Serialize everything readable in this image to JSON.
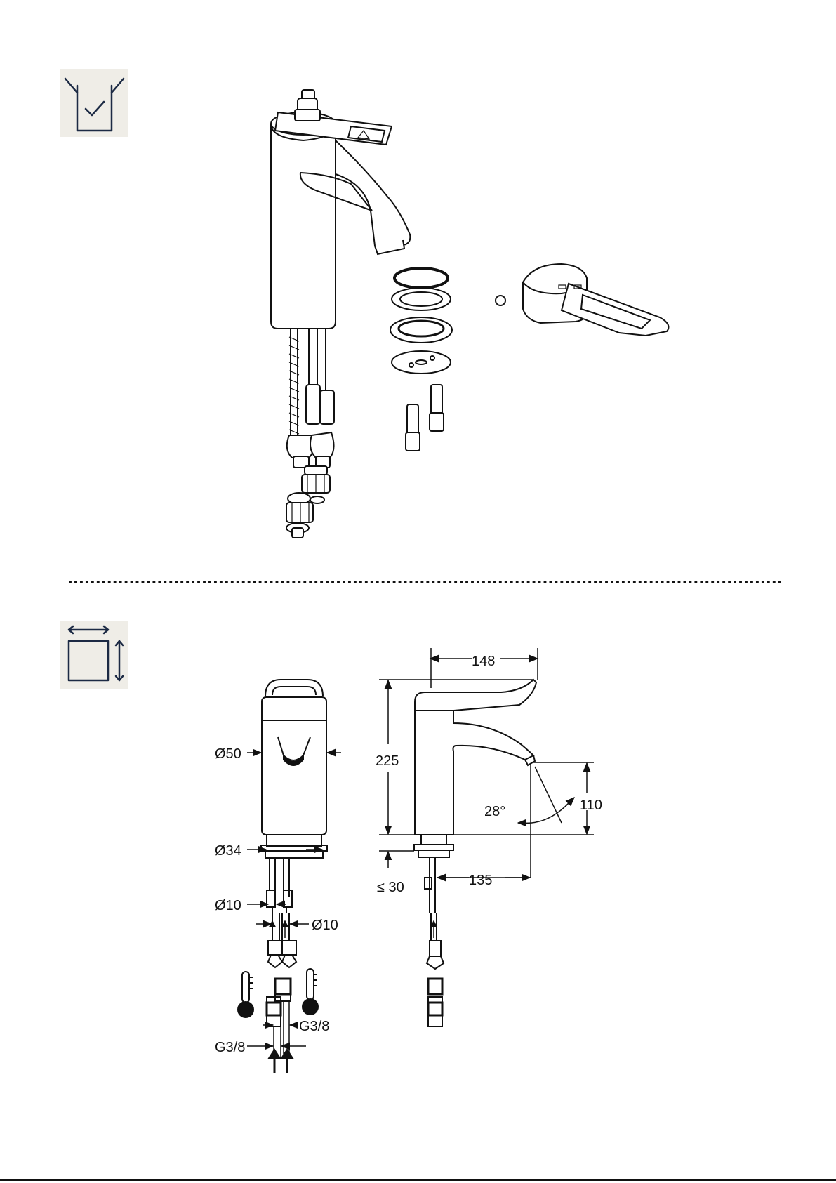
{
  "icons": {
    "scope_of_delivery": "box-check-icon",
    "dimensions": "dimensions-square-icon"
  },
  "front_view": {
    "dia_body": "Ø50",
    "dia_base": "Ø34",
    "dia_hose_left": "Ø10",
    "dia_hose_right": "Ø10",
    "thread_left": "G3/8",
    "thread_right": "G3/8"
  },
  "side_view": {
    "width": "148",
    "height": "225",
    "spout_height": "110",
    "angle": "28°",
    "reach": "135",
    "deck_thickness": "≤ 30"
  },
  "colors": {
    "line": "#111111",
    "icon_bg": "#efede7",
    "icon_stroke": "#1c2a44"
  }
}
